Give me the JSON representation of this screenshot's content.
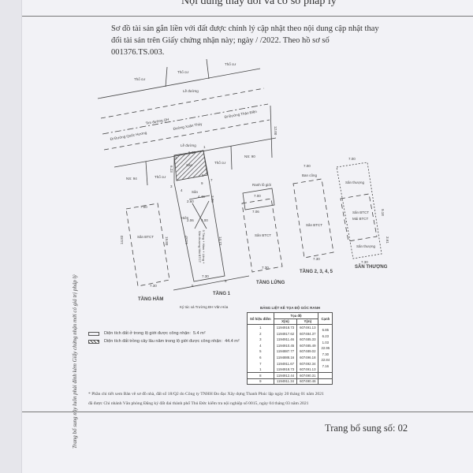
{
  "header": {
    "title": "Nội dung thay đổi và cơ sở pháp lý"
  },
  "paragraph": "Sơ đồ tài sản gắn liền với đất được chỉnh lý cập nhật theo nội dung cập nhật thay đổi tài sản trên Giấy chứng nhận này; ngày     /     /2022. Theo hồ sơ số 001376.TS.003.",
  "side_note": "Trang bổ sung này luôn phải đính kèm Giấy chứng nhận mới có giá trị pháp lý",
  "drawing": {
    "labels": {
      "tho_cu": "Thổ cư",
      "le_duong": "Lề đường",
      "tim_duong": "Tim đường QH",
      "duong": "Đường Xuân Thủy",
      "di_quoc_huong": "Đi Đường Quốc Hương",
      "di_thao_dien": "Đi Đường Thảo Điền",
      "width_road": "12.00",
      "ns94": "NS: 94",
      "ns90": "NS: 90",
      "san": "Sân",
      "hien": "Hiên",
      "san_btct": "Sân BTCT",
      "ranh": "Ranh lô giới",
      "ban_cong": "Ban công",
      "san_thuong": "Sân thượng",
      "mai_btct": "Mái BTCT",
      "building": "5 Tầng + Hầm + Lửng + Sân thượng Mái BTCT",
      "ky_tuc_xa": "Ký túc xá Trường ĐH Văn Hóa"
    },
    "floors": {
      "ham": "TẦNG HẦM",
      "tang1": "TẦNG 1",
      "lung": "TẦNG LỬNG",
      "tang2345": "TẦNG 2, 3, 4, 5",
      "thuong": "SÂN THƯỢNG"
    },
    "dims": {
      "d685": "6.85",
      "d700": "7.00",
      "d730": "7.30",
      "d1483": "14.83",
      "d1473": "14.73",
      "d1487": "14.87",
      "d1980": "19.80",
      "d300": "3.00",
      "d400": "4.00",
      "d440": "4.40",
      "d260": "2.60",
      "d206": "2.06",
      "d706": "7.06",
      "d918": "9.18",
      "d361": "3.61",
      "d623": "6.23"
    },
    "points": [
      "1",
      "2",
      "3",
      "4",
      "5",
      "6",
      "7",
      "8",
      "9"
    ]
  },
  "legend": [
    {
      "text": "Diện tích đất ở trong lộ giới được công nhận:",
      "value": "5.4 m²",
      "pattern": "plain"
    },
    {
      "text": "Diện tích đất trồng cây lâu năm trong lộ giới được công nhận:",
      "value": "44.4 m²",
      "pattern": "hatched"
    }
  ],
  "coord_table": {
    "title": "BẢNG LIỆT KÊ TỌA ĐỘ GÓC RANH",
    "headers": {
      "point": "Số hiệu điểm",
      "coord": "Tọa độ",
      "x": "X(m)",
      "y": "Y(m)",
      "edge": "Cạnh"
    },
    "rows": [
      [
        "1",
        "1194918.73",
        "607491.13"
      ],
      [
        "2",
        "1194917.62",
        "607484.37"
      ],
      [
        "3",
        "1194911.46",
        "607485.33"
      ],
      [
        "4",
        "1194910.45",
        "607485.49"
      ],
      [
        "5",
        "1194887.77",
        "607489.02"
      ],
      [
        "6",
        "1194888.16",
        "607496.18"
      ],
      [
        "7",
        "1194911.67",
        "607492.34"
      ],
      [
        "1",
        "1194918.73",
        "607491.13"
      ]
    ],
    "edges": [
      "6.85",
      "6.23",
      "1.03",
      "22.95",
      "7.30",
      "22.84",
      "7.16"
    ],
    "extra_rows": [
      [
        "8",
        "1194912.44",
        "607490.31"
      ],
      [
        "9",
        "1194911.34",
        "607490.46"
      ]
    ]
  },
  "footnote": [
    "* Phần chi tiết xem Bản vẽ sơ đồ nhà, đất số 18/Q2 do Công ty TNHH  Đo đạc Xây dựng Thanh Phúc lập ngày 20 tháng 01 năm 2021",
    "đã được Chi nhánh Văn phòng Đăng ký đất đai thành phố Thủ Đức kiểm tra nội nghiệp số 0015,  ngày 04 tháng 03 năm 2021"
  ],
  "page_label": "Trang bổ sung số: 02"
}
